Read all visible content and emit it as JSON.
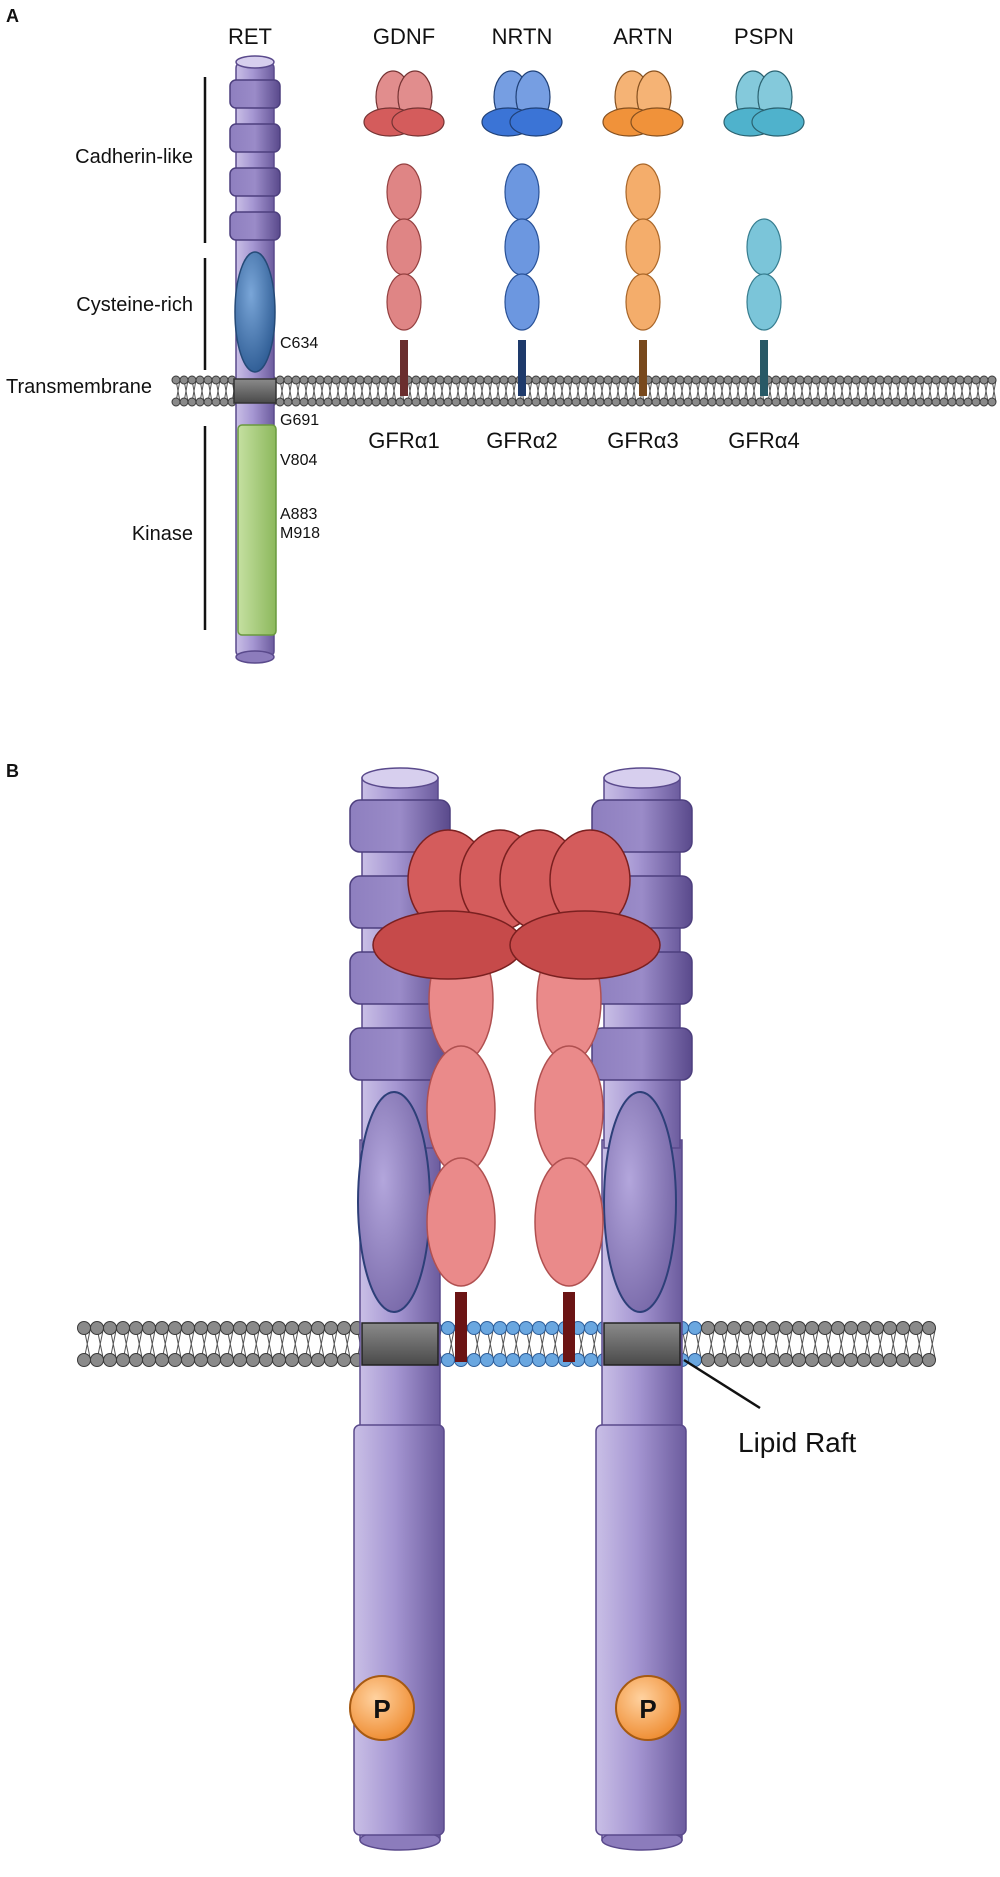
{
  "panels": {
    "a": {
      "letter": "A",
      "ret_label": "RET",
      "domains": {
        "cadherin": "Cadherin-like",
        "cysteine": "Cysteine-rich",
        "transmembrane": "Transmembrane",
        "kinase": "Kinase"
      },
      "mutations": [
        "C634",
        "G691",
        "V804",
        "A883",
        "M918"
      ],
      "ligands": [
        {
          "name": "GDNF",
          "receptor": "GFRα1",
          "color": "#d45c5c",
          "domains": 3
        },
        {
          "name": "NRTN",
          "receptor": "GFRα2",
          "color": "#3b74d6",
          "domains": 3
        },
        {
          "name": "ARTN",
          "receptor": "GFRα3",
          "color": "#f0923a",
          "domains": 3
        },
        {
          "name": "PSPN",
          "receptor": "GFRα4",
          "color": "#4fb2cc",
          "domains": 2
        }
      ]
    },
    "b": {
      "letter": "B",
      "lipid_raft_label": "Lipid Raft",
      "phospho_label": "P"
    }
  },
  "colors": {
    "ret_purple": "#9c8cc4",
    "ret_dark": "#6a5a9a",
    "cysteine_blue": "#4f7fb8",
    "kinase_green": "#a9cd7c",
    "tm_gray": "#666666",
    "membrane_gray": "#8a8a8a",
    "raft_blue": "#6aa7e0",
    "gdnf_red": "#d45c5c",
    "gfra_pink": "#ea8a8a",
    "stalk_dark": "#6b1414",
    "phospho_orange": "#f6a04c"
  }
}
